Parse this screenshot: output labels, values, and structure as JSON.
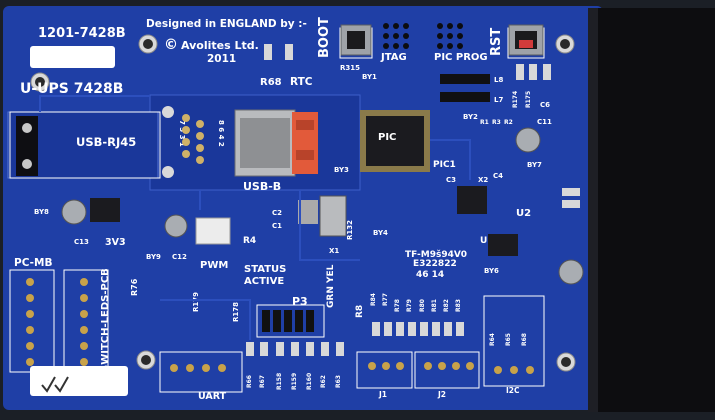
{
  "colors": {
    "pcb": "#1f3fa6",
    "pcb_dark": "#15307f",
    "silk": "#ffffff",
    "pad": "#c8a24a",
    "chip": "#1b1b1f",
    "background": "#1b1f26",
    "right_black": "#0d0d10"
  },
  "silkscreen": {
    "part_number": "1201-7428B",
    "board_name": "U-UPS 7428B",
    "designed_line": "Designed in ENGLAND by :-",
    "company": "Avolites Ltd.",
    "year": "2011",
    "copyright": "©",
    "boot": "BOOT",
    "jtag": "JTAG",
    "picprog": "PIC PROG",
    "rst": "RST",
    "usb_rj45": "USB-RJ45",
    "usb_b": "USB-B",
    "rtc": "RTC",
    "r68": "R68",
    "r315": "R315",
    "pic1": "PIC1",
    "pc_mb": "PC-MB",
    "switch_leds": "SWITCH-LEDS-PCB",
    "v3v3": "3V3",
    "pwm": "PWM",
    "status_active": "STATUS ACTIVE",
    "grn_yel": "GRN YEL",
    "p3": "P3",
    "uart": "UART",
    "j1": "J1",
    "j2": "J2",
    "i2c": "I2C",
    "tf_code": "TF-M9š94V0",
    "e_code": "E322822",
    "date_code": "46 14",
    "x1": "X1",
    "x2": "X2",
    "u1": "U1",
    "u2": "U2",
    "by1": "BY1",
    "by2": "BY2",
    "by3": "BY3",
    "by4": "BY4",
    "by6": "BY6",
    "by7": "BY7",
    "by8": "BY8",
    "by9": "BY9",
    "c1": "C1",
    "c2": "C2",
    "c3": "C3",
    "c4": "C4",
    "c6": "C6",
    "c11": "C11",
    "c12": "C12",
    "c13": "C13",
    "r4": "R4",
    "r76": "R76",
    "r178": "R178",
    "r179": "R179",
    "r132": "R132",
    "r8": "R8",
    "l7": "L7",
    "l8": "L8",
    "rj45_pins": "7 5 3 1",
    "rj45_pins2": "8 6 4 2",
    "res_row1": [
      "R84",
      "R77",
      "R78",
      "R79",
      "R80",
      "R81",
      "R82",
      "R83"
    ],
    "res_row2": [
      "R66",
      "R67",
      "R158",
      "R159",
      "R160",
      "R62",
      "R63"
    ],
    "res_i2c": [
      "R64",
      "R65",
      "R68"
    ],
    "res_top": [
      "R1",
      "R3",
      "R2"
    ],
    "res_rt": [
      "R174",
      "R175"
    ]
  }
}
